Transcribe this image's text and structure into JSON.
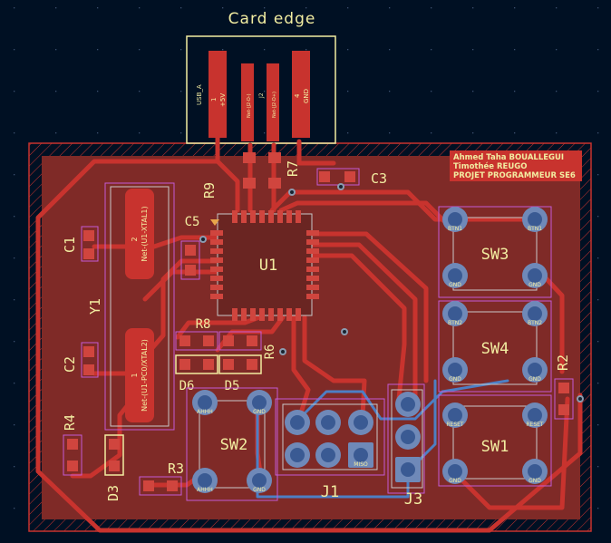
{
  "title": "Card edge",
  "usb": {
    "ref": "USB_A",
    "pin1": "1",
    "pin1_net": "+5V",
    "pin2_net": "Net-(J2-D-)",
    "pin3_net": "Net-(J2-D+)",
    "pin4": "4",
    "pin4_net": "GND",
    "center": "J2"
  },
  "credits": [
    "Ahmed Taha BOUALLEGUI",
    "Timothée REUGO",
    "PROJET PROGRAMMEUR SE6"
  ],
  "refs": {
    "u1": "U1",
    "y1": "Y1",
    "c1": "C1",
    "c2": "C2",
    "c3": "C3",
    "c5": "C5",
    "r2": "R2",
    "r3": "R3",
    "r4": "R4",
    "r6": "R6",
    "r7": "R7",
    "r8": "R8",
    "r9": "R9",
    "d3": "D3",
    "d5": "D5",
    "d6": "D6",
    "sw1": "SW1",
    "sw2": "SW2",
    "sw3": "SW3",
    "sw4": "SW4",
    "j1": "J1",
    "j3": "J3"
  },
  "crystal_nets": {
    "top_num": "2",
    "top_net": "Net-(U1-XTAL1)",
    "bottom_num": "1",
    "bottom_net": "Net-(U1-PC0/XTAL2)"
  },
  "pad_labels": {
    "gnd": "GND",
    "btn1": "BTN1",
    "btn2": "BTN2",
    "reset": "RESET",
    "ahhh": "AHHH",
    "miso": "MISO"
  },
  "colors": {
    "background": "#001023",
    "copper": "#c8332e",
    "silkscreen": "#f2eda1",
    "back_copper": "#4d7fc4",
    "courtyard": "#c35bd4"
  }
}
